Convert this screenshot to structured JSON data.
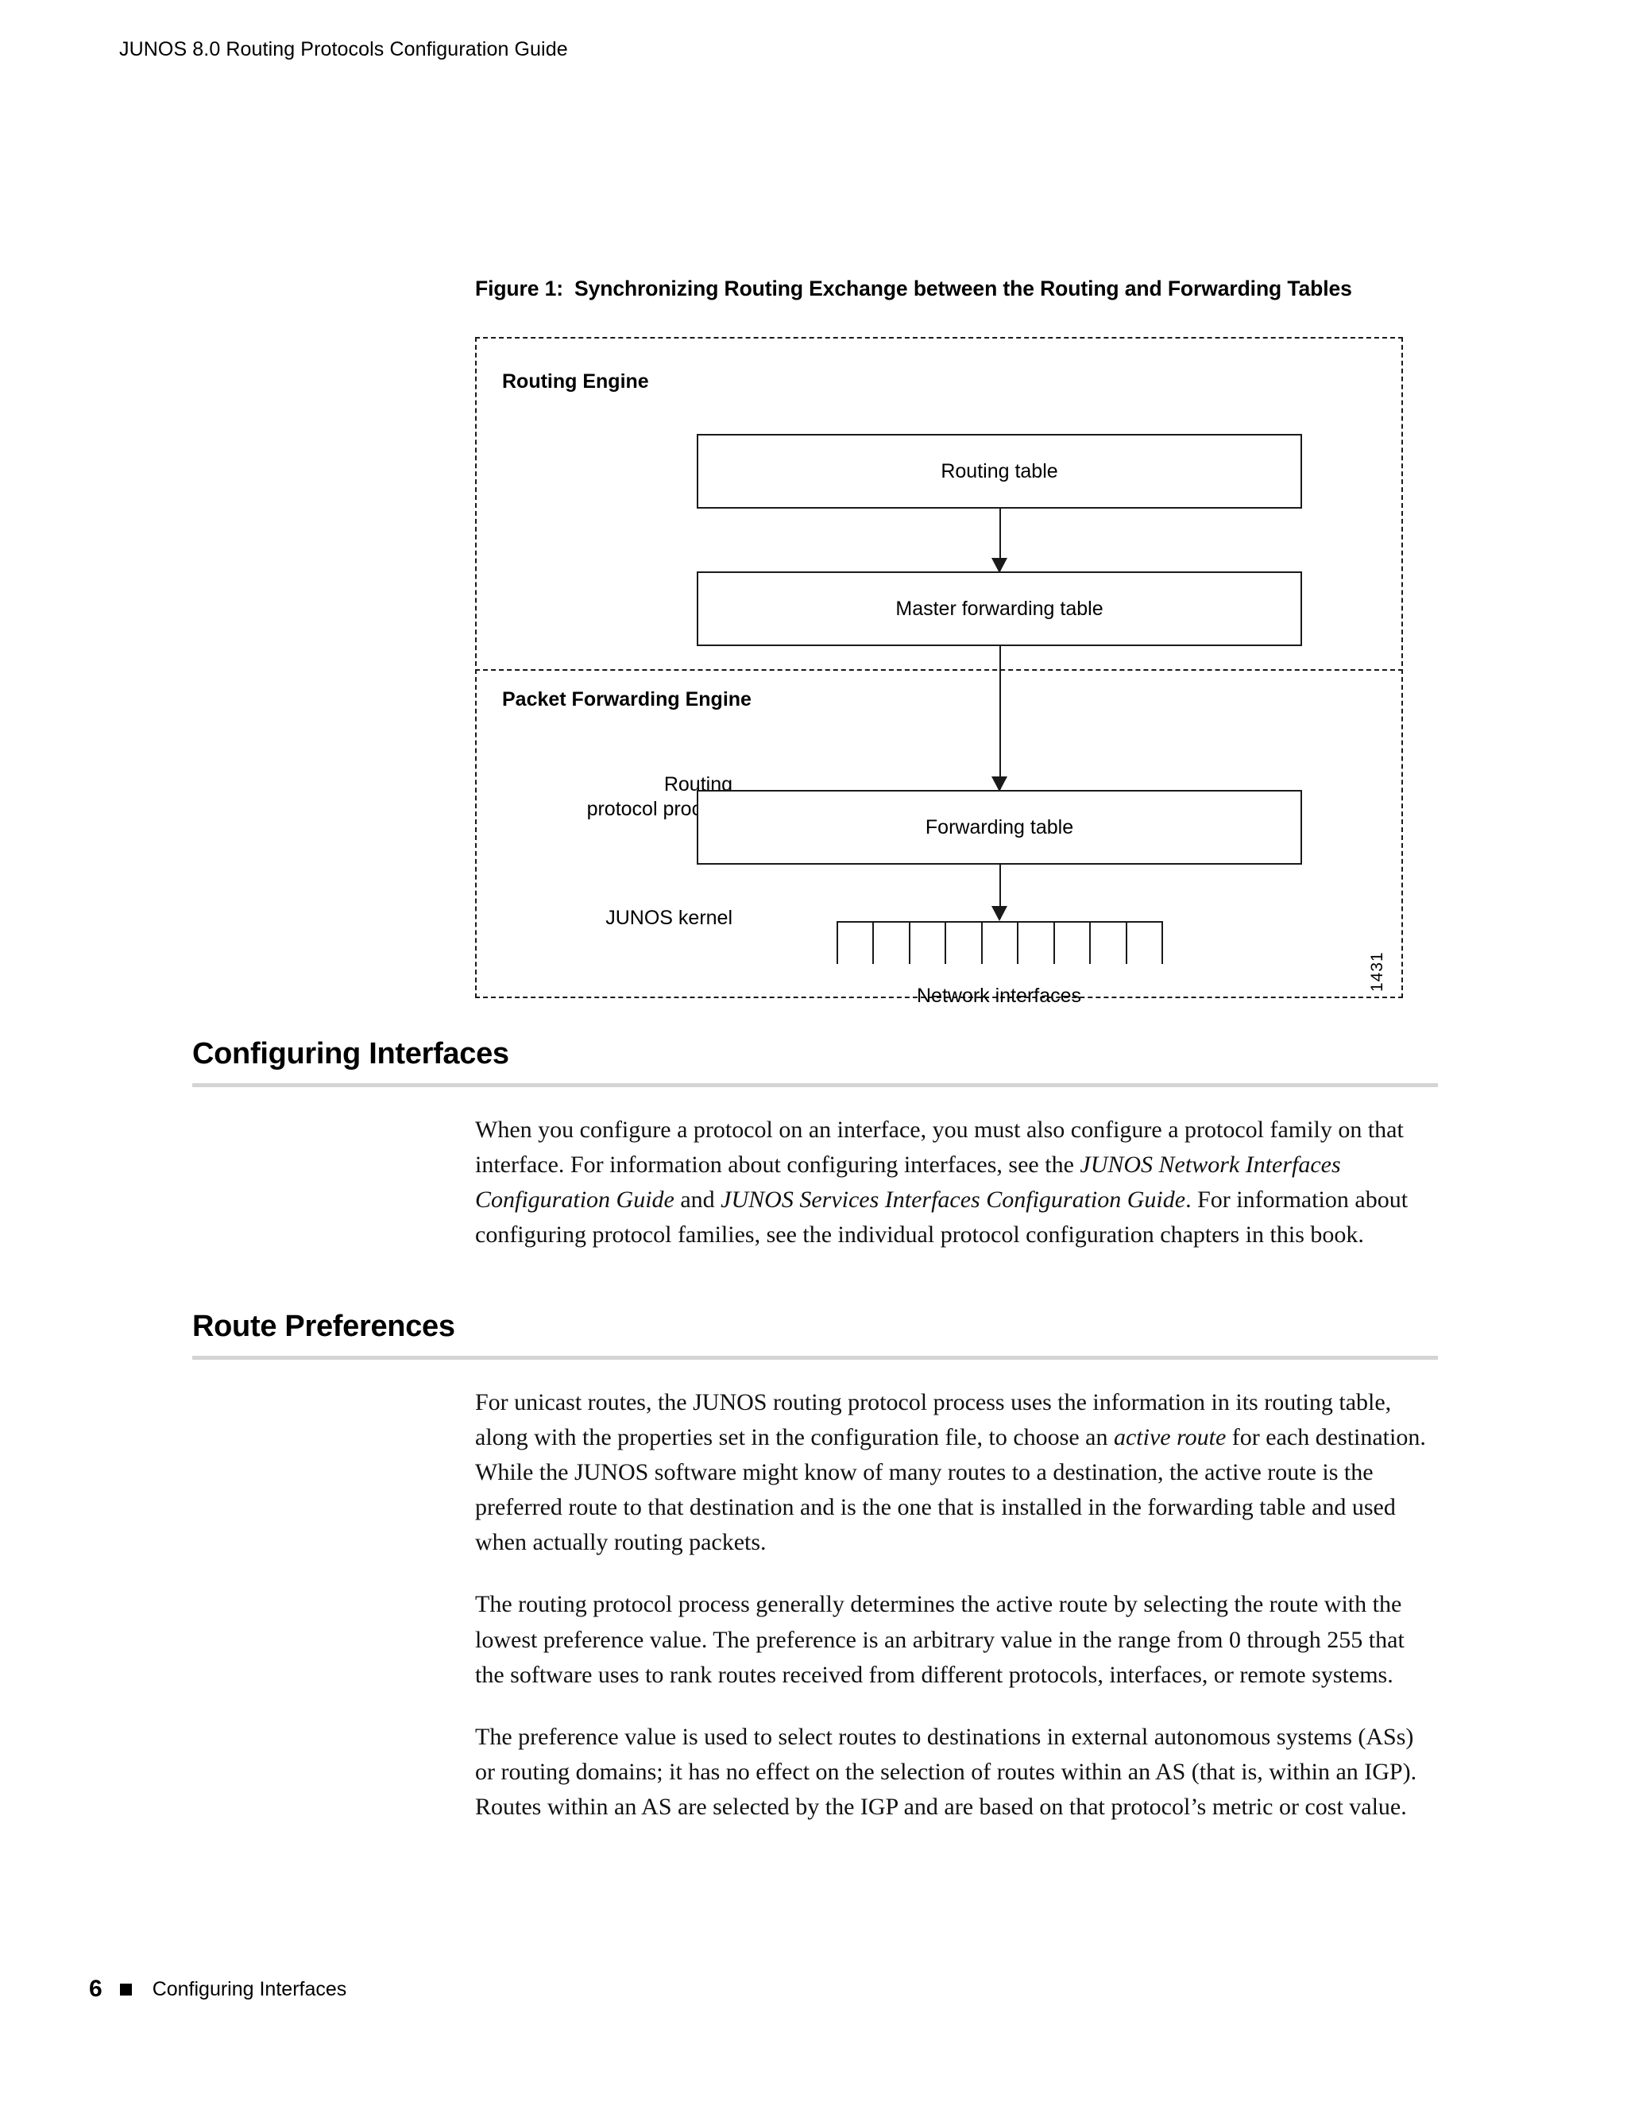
{
  "running_head": "JUNOS 8.0 Routing Protocols Configuration Guide",
  "figure": {
    "number_label": "Figure 1:",
    "title": "Synchronizing Routing Exchange between the Routing and Forwarding Tables",
    "figure_id": "1431",
    "zones": [
      {
        "label": "Routing Engine"
      },
      {
        "label": "Packet Forwarding Engine"
      }
    ],
    "side_labels": [
      {
        "text": "Routing\nprotocol process"
      },
      {
        "text": "JUNOS kernel"
      }
    ],
    "boxes": [
      {
        "label": "Routing table"
      },
      {
        "label": "Master forwarding table"
      },
      {
        "label": "Forwarding table"
      }
    ],
    "interfaces": {
      "caption": "Network interfaces",
      "tooth_count": 10
    }
  },
  "sections": [
    {
      "heading": "Configuring Interfaces",
      "paragraphs": [
        {
          "runs": [
            {
              "text": "When you configure a protocol on an interface, you must also configure a protocol family on that interface. For information about configuring interfaces, see the ",
              "italic": false
            },
            {
              "text": "JUNOS Network Interfaces Configuration Guide",
              "italic": true
            },
            {
              "text": " and ",
              "italic": false
            },
            {
              "text": "JUNOS Services Interfaces Configuration Guide",
              "italic": true
            },
            {
              "text": ". For information about configuring protocol families, see the individual protocol configuration chapters in this book.",
              "italic": false
            }
          ]
        }
      ]
    },
    {
      "heading": "Route Preferences",
      "paragraphs": [
        {
          "runs": [
            {
              "text": "For unicast routes, the JUNOS routing protocol process uses the information in its routing table, along with the properties set in the configuration file, to choose an ",
              "italic": false
            },
            {
              "text": "active route",
              "italic": true
            },
            {
              "text": " for each destination. While the JUNOS software might know of many routes to a destination, the active route is the preferred route to that destination and is the one that is installed in the forwarding table and used when actually routing packets.",
              "italic": false
            }
          ]
        },
        {
          "runs": [
            {
              "text": "The routing protocol process generally determines the active route by selecting the route with the lowest preference value. The preference is an arbitrary value in the range from 0 through 255 that the software uses to rank routes received from different protocols, interfaces, or remote systems.",
              "italic": false
            }
          ]
        },
        {
          "runs": [
            {
              "text": "The preference value is used to select routes to destinations in external autonomous systems (ASs) or routing domains; it has no effect on the selection of routes within an AS (that is, within an IGP). Routes within an AS are selected by the IGP and are based on that protocol’s metric or cost value.",
              "italic": false
            }
          ]
        }
      ]
    }
  ],
  "footer": {
    "page_number": "6",
    "text": "Configuring Interfaces"
  },
  "colors": {
    "ink": "#000000",
    "line": "#1a1a1a",
    "rule": "#d4d4d4",
    "page_background": "#ffffff"
  }
}
